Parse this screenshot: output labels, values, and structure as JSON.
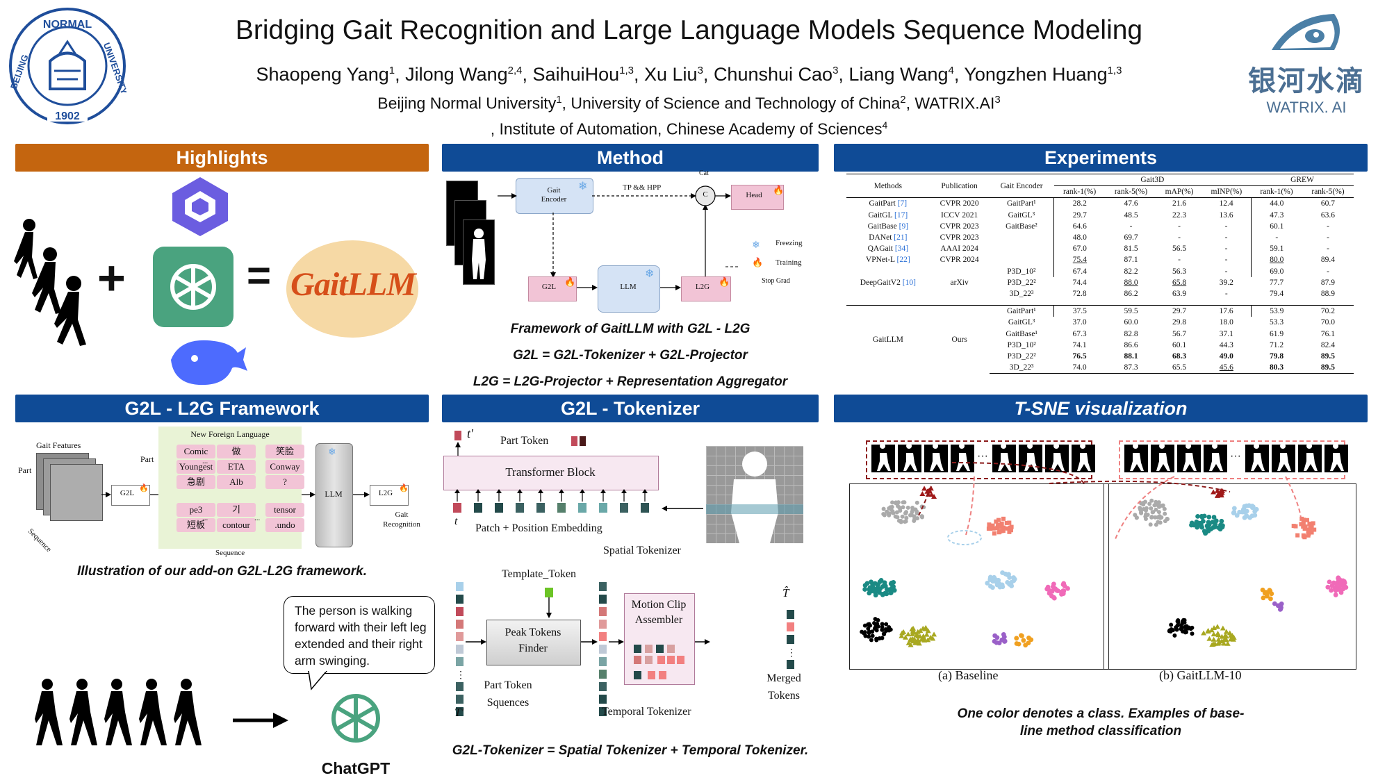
{
  "header": {
    "title": "Bridging Gait Recognition and Large Language Models Sequence Modeling",
    "authors_html_parts": [
      {
        "name": "Shaopeng Yang",
        "sup": "1"
      },
      {
        "name": "Jilong Wang",
        "sup": "2,4"
      },
      {
        "name": "SaihuiHou",
        "sup": "1,3"
      },
      {
        "name": "Xu Liu",
        "sup": "3"
      },
      {
        "name": "Chunshui Cao",
        "sup": "3"
      },
      {
        "name": "Liang Wang",
        "sup": "4"
      },
      {
        "name": "Yongzhen Huang",
        "sup": "1,3"
      }
    ],
    "affiliation_line1": [
      {
        "name": "Beijing Normal University",
        "sup": "1"
      },
      {
        "name": "University of Science and Technology of China",
        "sup": "2"
      },
      {
        "name": "WATRIX.AI",
        "sup": "3"
      }
    ],
    "affiliation_line2_text": ", Institute of Automation, Chinese Academy of Sciences",
    "affiliation_line2_sup": "4",
    "left_logo": {
      "top": "NORMAL",
      "left": "BEIJING",
      "right": "UNIVERSITY",
      "year": "1902"
    },
    "right_logo": {
      "cn": "银河水滴",
      "en": "WATRIX. AI"
    }
  },
  "sections": {
    "highlights": "Highlights",
    "method": "Method",
    "experiments": "Experiments",
    "framework": "G2L - L2G  Framework",
    "tokenizer": "G2L - Tokenizer",
    "tsne": "T-SNE visualization"
  },
  "highlights": {
    "plus": "+",
    "equals": "=",
    "logo_text": "GaitLLM"
  },
  "method": {
    "gait_encoder": "Gait\nEncoder",
    "tp_hpp": "TP && HPP",
    "cat": "Cat",
    "c": "C",
    "head": "Head",
    "g2l": "G2L",
    "llm": "LLM",
    "l2g": "L2G",
    "legend_freezing": "Freezing",
    "legend_training": "Training",
    "legend_stopgrad": "Stop  Grad",
    "caption1": "Framework of GaitLLM with G2L - L2G",
    "caption2": "G2L = G2L-Tokenizer + G2L-Projector",
    "caption3": "L2G = L2G-Projector + Representation Aggregator"
  },
  "experiments": {
    "headers": {
      "methods": "Methods",
      "publication": "Publication",
      "encoder": "Gait Encoder",
      "gait3d": "Gait3D",
      "grew": "GREW",
      "cols": [
        "rank-1(%)",
        "rank-5(%)",
        "mAP(%)",
        "mINP(%)",
        "rank-1(%)",
        "rank-5(%)"
      ]
    },
    "rows": [
      [
        "GaitPart [7]",
        "CVPR 2020",
        "GaitPart¹",
        "28.2",
        "47.6",
        "21.6",
        "12.4",
        "44.0",
        "60.7"
      ],
      [
        "GaitGL [17]",
        "ICCV 2021",
        "GaitGL³",
        "29.7",
        "48.5",
        "22.3",
        "13.6",
        "47.3",
        "63.6"
      ],
      [
        "GaitBase [9]",
        "CVPR 2023",
        "GaitBase²",
        "64.6",
        "-",
        "-",
        "-",
        "60.1",
        "-"
      ],
      [
        "DANet [21]",
        "CVPR 2023",
        "",
        "48.0",
        "69.7",
        "-",
        "-",
        "-",
        "-"
      ],
      [
        "QAGait [34]",
        "AAAI 2024",
        "",
        "67.0",
        "81.5",
        "56.5",
        "-",
        "59.1",
        "-"
      ],
      [
        "VPNet-L [22]",
        "CVPR 2024",
        "",
        "75.4",
        "87.1",
        "-",
        "-",
        "80.0",
        "89.4"
      ]
    ],
    "deepgait": {
      "method": "DeepGaitV2 [10]",
      "pub": "arXiv",
      "rows": [
        [
          "P3D_10²",
          "67.4",
          "82.2",
          "56.3",
          "-",
          "69.0",
          "-"
        ],
        [
          "P3D_22²",
          "74.4",
          "88.0",
          "65.8",
          "39.2",
          "77.7",
          "87.9"
        ],
        [
          "3D_22³",
          "72.8",
          "86.2",
          "63.9",
          "-",
          "79.4",
          "88.9"
        ]
      ]
    },
    "ours": {
      "method": "GaitLLM",
      "pub": "Ours",
      "rows": [
        [
          "GaitPart¹",
          "37.5",
          "59.5",
          "29.7",
          "17.6",
          "53.9",
          "70.2"
        ],
        [
          "GaitGL³",
          "37.0",
          "60.0",
          "29.8",
          "18.0",
          "53.3",
          "70.0"
        ],
        [
          "GaitBase¹",
          "67.3",
          "82.8",
          "56.7",
          "37.1",
          "61.9",
          "76.1"
        ],
        [
          "P3D_10²",
          "74.1",
          "86.6",
          "60.1",
          "44.3",
          "71.2",
          "82.4"
        ],
        [
          "P3D_22²",
          "76.5",
          "88.1",
          "68.3",
          "49.0",
          "79.8",
          "89.5"
        ],
        [
          "3D_22³",
          "74.0",
          "87.3",
          "65.5",
          "45.6",
          "80.3",
          "89.5"
        ]
      ]
    }
  },
  "framework": {
    "gait_features": "Gait Features",
    "part_left": "Part",
    "sequence_left": "Sequence",
    "g2l": "G2L",
    "part_mid": "Part",
    "nfl_title": "New Foreign Language",
    "cells_top": [
      "Comic",
      "做",
      "笑脸",
      "Youngest",
      "ETA",
      "Conway",
      "急剧",
      "Alb",
      "?"
    ],
    "cells_bottom": [
      "pe3",
      "기",
      "tensor",
      "短板",
      "contour",
      ".undo"
    ],
    "ellipsis": "...",
    "sequence_bottom": "Sequence",
    "llm": "LLM",
    "l2g": "L2G",
    "gait_recognition": "Gait\nRecognition",
    "caption": "Illustration of our add-on G2L-L2G framework.",
    "chat_text": "The person is walking forward with their left leg extended and their right arm swinging.",
    "chatgpt": "ChatGPT"
  },
  "tokenizer": {
    "part_token": "Part Token",
    "t_prime": "t′",
    "transformer": "Transformer Block",
    "t": "t",
    "patch_pos": "Patch + Position Embedding",
    "spatial": "Spatial Tokenizer",
    "template_token": "Template_Token",
    "peak": "Peak Tokens\nFinder",
    "motion": "Motion Clip\nAssembler",
    "t_hat": "T̂",
    "part_seq": "Part Token\nSquences",
    "T_prime": "T′",
    "temporal": "Temporal Tokenizer",
    "merged": "Merged\nTokens",
    "caption": "G2L-Tokenizer = Spatial Tokenizer + Temporal Tokenizer."
  },
  "tsne": {
    "label_a": "(a) Baseline",
    "label_b": "(b) GaitLLM-10",
    "caption": "One color denotes a class. Examples of base-\nline method classification"
  },
  "colors": {
    "orange_bar": "#c4650f",
    "blue_bar": "#0f4b96",
    "logo_green": "#4aa37f"
  }
}
